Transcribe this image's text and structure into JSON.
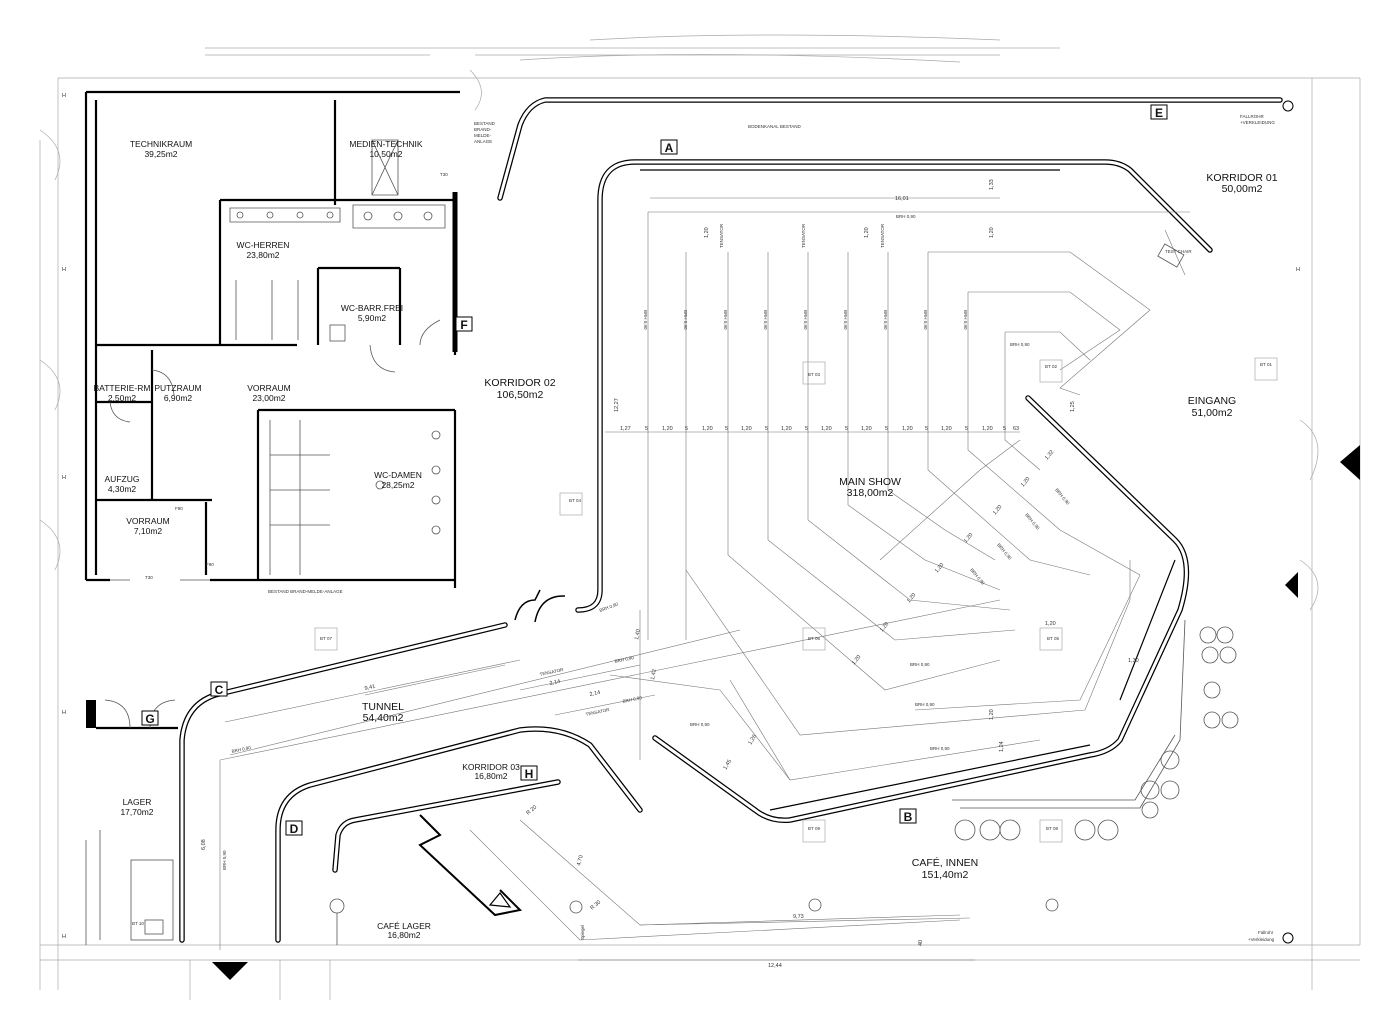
{
  "rooms": {
    "technikraum": {
      "name": "TECHNIKRAUM",
      "area": "39,25m2"
    },
    "medientechnik": {
      "name": "MEDIEN-TECHNIK",
      "area": "10,50m2"
    },
    "wc_herren": {
      "name": "WC-HERREN",
      "area": "23,80m2"
    },
    "wc_barrfrei": {
      "name": "WC-BARR.FREI",
      "area": "5,90m2"
    },
    "batterie": {
      "name": "BATTERIE-RM",
      "area": "2,50m2"
    },
    "putzraum": {
      "name": "PUTZRAUM",
      "area": "6,90m2"
    },
    "vorraum1": {
      "name": "VORRAUM",
      "area": "23,00m2"
    },
    "aufzug": {
      "name": "AUFZUG",
      "area": "4,30m2"
    },
    "vorraum2": {
      "name": "VORRAUM",
      "area": "7,10m2"
    },
    "wc_damen": {
      "name": "WC-DAMEN",
      "area": "28,25m2"
    },
    "korridor02": {
      "name": "KORRIDOR 02",
      "area": "106,50m2"
    },
    "korridor01": {
      "name": "KORRIDOR 01",
      "area": "50,00m2"
    },
    "eingang": {
      "name": "EINGANG",
      "area": "51,00m2"
    },
    "mainshow": {
      "name": "MAIN SHOW",
      "area": "318,00m2"
    },
    "tunnel": {
      "name": "TUNNEL",
      "area": "54,40m2"
    },
    "korridor03": {
      "name": "KORRIDOR 03",
      "area": "16,80m2"
    },
    "lager": {
      "name": "LAGER",
      "area": "17,70m2"
    },
    "cafelager": {
      "name": "CAFÉ LAGER",
      "area": "16,80m2"
    },
    "cafe": {
      "name": "CAFÉ, INNEN",
      "area": "151,40m2"
    }
  },
  "wall_tags": {
    "a": "A",
    "b": "B",
    "c": "C",
    "d": "D",
    "e": "E",
    "f": "F",
    "g": "G",
    "h": "H"
  },
  "labels": {
    "bodenkanal": "BODENKANAL BESTAND",
    "bestand1": "BESTAND",
    "bestand2": "BRAND-",
    "bestand3": "MELDE-",
    "bestand4": "ANLAGE",
    "brandmelde": "BESTAND BRAND-MELDE-ANLAGE",
    "fallrohr1": "FALLROHR",
    "fallrohr1b": "+VERKLEIDUNG",
    "fallrohr2": "Fallrohr",
    "fallrohr2b": "+Verkleidung",
    "testchair": "TEST CHAIR",
    "tensator1": "TENSATOR",
    "tensator2": "TENSATOR",
    "tensator3": "TENSATOR",
    "tensator4": "TENSATOR",
    "tensator5": "TENSATOR",
    "t30a": "T30",
    "t30b": "T30",
    "f90a": "F90",
    "f90b": "F90",
    "spiegel": "Spiegel",
    "bt01": "BT 01",
    "bt02": "BT 02",
    "bt03": "BT 03",
    "bt04": "BT 04",
    "bt05": "BT 05",
    "bt06": "BT 06",
    "bt07": "BT 07",
    "bt08": "BT 08",
    "bt09": "BT 09",
    "bt10": "BT 10",
    "brh": "BRH 0,90",
    "h": "H"
  },
  "dimensions": {
    "width_top": "16,01",
    "row": [
      "1,27",
      "5",
      "1,20",
      "5",
      "1,20",
      "5",
      "1,20",
      "5",
      "1,20",
      "5",
      "1,20",
      "5",
      "1,20",
      "5",
      "1,20",
      "5",
      "1,20",
      "5",
      "1,20",
      "5",
      "63"
    ],
    "d1_33": "1,33",
    "d1_20": "1,20",
    "d12_27": "12,27",
    "d9_41": "9,41",
    "d2_14": "2,14",
    "d2_14b": "2,14",
    "d9_73": "9,73",
    "d12_44": "12,44",
    "d1_30": "1,30",
    "d1_26": "1,26",
    "d1_24": "1,24",
    "d1_32": "1,32",
    "d1_25": "1,25",
    "d4_70": "4,70",
    "d40": "40",
    "d6_08": "6,08",
    "r30": "R 30",
    "r20": "R 20",
    "d1_40": "1,40",
    "d1_42": "1,42",
    "d1_45": "1,45",
    "d1_20b": "1,20"
  }
}
